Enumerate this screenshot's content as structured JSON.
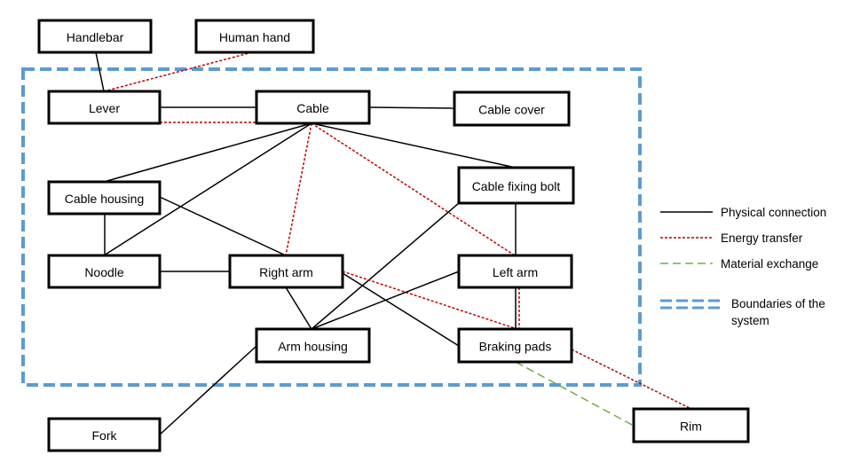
{
  "nodes": [
    {
      "id": "handlebar",
      "label": "Handlebar"
    },
    {
      "id": "human-hand",
      "label": "Human hand"
    },
    {
      "id": "lever",
      "label": "Lever"
    },
    {
      "id": "cable",
      "label": "Cable"
    },
    {
      "id": "cable-cover",
      "label": "Cable cover"
    },
    {
      "id": "cable-housing",
      "label": "Cable housing"
    },
    {
      "id": "cable-fixing-bolt",
      "label": "Cable fixing bolt"
    },
    {
      "id": "noodle",
      "label": "Noodle"
    },
    {
      "id": "right-arm",
      "label": "Right arm"
    },
    {
      "id": "left-arm",
      "label": "Left arm"
    },
    {
      "id": "arm-housing",
      "label": "Arm housing"
    },
    {
      "id": "braking-pads",
      "label": "Braking pads"
    },
    {
      "id": "fork",
      "label": "Fork"
    },
    {
      "id": "rim",
      "label": "Rim"
    }
  ],
  "edges": [
    {
      "from": "handlebar",
      "to": "lever",
      "type": "physical"
    },
    {
      "from": "human-hand",
      "to": "lever",
      "type": "energy"
    },
    {
      "from": "lever",
      "to": "cable",
      "type": "physical"
    },
    {
      "from": "lever",
      "to": "cable",
      "type": "energy"
    },
    {
      "from": "cable",
      "to": "cable-cover",
      "type": "physical"
    },
    {
      "from": "cable",
      "to": "cable-housing",
      "type": "physical"
    },
    {
      "from": "cable",
      "to": "noodle",
      "type": "physical"
    },
    {
      "from": "cable",
      "to": "cable-fixing-bolt",
      "type": "physical"
    },
    {
      "from": "cable",
      "to": "right-arm",
      "type": "energy"
    },
    {
      "from": "cable",
      "to": "left-arm",
      "type": "energy"
    },
    {
      "from": "cable-housing",
      "to": "noodle",
      "type": "physical"
    },
    {
      "from": "cable-housing",
      "to": "right-arm",
      "type": "physical"
    },
    {
      "from": "cable-fixing-bolt",
      "to": "left-arm",
      "type": "physical"
    },
    {
      "from": "cable-fixing-bolt",
      "to": "arm-housing",
      "type": "physical"
    },
    {
      "from": "noodle",
      "to": "right-arm",
      "type": "physical"
    },
    {
      "from": "right-arm",
      "to": "arm-housing",
      "type": "physical"
    },
    {
      "from": "right-arm",
      "to": "braking-pads",
      "type": "physical"
    },
    {
      "from": "right-arm",
      "to": "braking-pads",
      "type": "energy"
    },
    {
      "from": "left-arm",
      "to": "arm-housing",
      "type": "physical"
    },
    {
      "from": "left-arm",
      "to": "braking-pads",
      "type": "physical"
    },
    {
      "from": "left-arm",
      "to": "braking-pads",
      "type": "energy"
    },
    {
      "from": "arm-housing",
      "to": "fork",
      "type": "physical"
    },
    {
      "from": "braking-pads",
      "to": "rim",
      "type": "energy"
    },
    {
      "from": "braking-pads",
      "to": "rim",
      "type": "material"
    }
  ],
  "legend": {
    "physical": "Physical connection",
    "energy": "Energy transfer",
    "material": "Material exchange",
    "boundary_line1": "Boundaries of the",
    "boundary_line2": "system"
  },
  "colors": {
    "physical": "#000000",
    "energy": "#c00000",
    "material": "#70ad47",
    "boundary": "#5b9bd5",
    "node_border": "#000000"
  }
}
